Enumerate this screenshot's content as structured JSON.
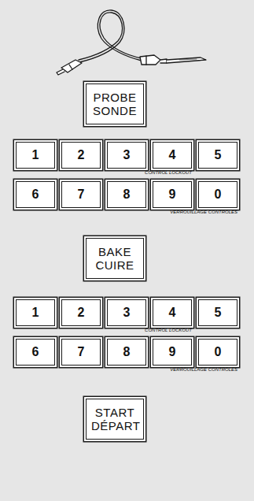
{
  "diagram": {
    "nodes": [
      {
        "text": [
          "PROBE SONDE"
        ]
      },
      {
        "text": [
          "1"
        ]
      },
      {
        "text": [
          "2"
        ]
      },
      {
        "text": [
          "3"
        ]
      },
      {
        "text": [
          "4"
        ]
      },
      {
        "text": [
          "5"
        ]
      },
      {
        "text": [
          "6"
        ]
      },
      {
        "text": [
          "7"
        ]
      },
      {
        "text": [
          "8"
        ]
      },
      {
        "text": [
          "9"
        ]
      },
      {
        "text": [
          "0"
        ]
      },
      {
        "text": [
          "BAKE CUIRE"
        ]
      },
      {
        "text": [
          "1"
        ]
      },
      {
        "text": [
          "2"
        ]
      },
      {
        "text": [
          "3"
        ]
      },
      {
        "text": [
          "4"
        ]
      },
      {
        "text": [
          "5"
        ]
      },
      {
        "text": [
          "6"
        ]
      },
      {
        "text": [
          "7"
        ]
      },
      {
        "text": [
          "8"
        ]
      },
      {
        "text": [
          "9"
        ]
      },
      {
        "text": [
          "0"
        ]
      },
      {
        "text": [
          "START DÉPART"
        ]
      }
    ],
    "labels": [
      "CONTROL LOCKOUT",
      "VERROUILLAGE CONTRÔLES",
      "CONTROL LOCKOUT",
      "VERROUILLAGE CONTRÔLES"
    ]
  }
}
